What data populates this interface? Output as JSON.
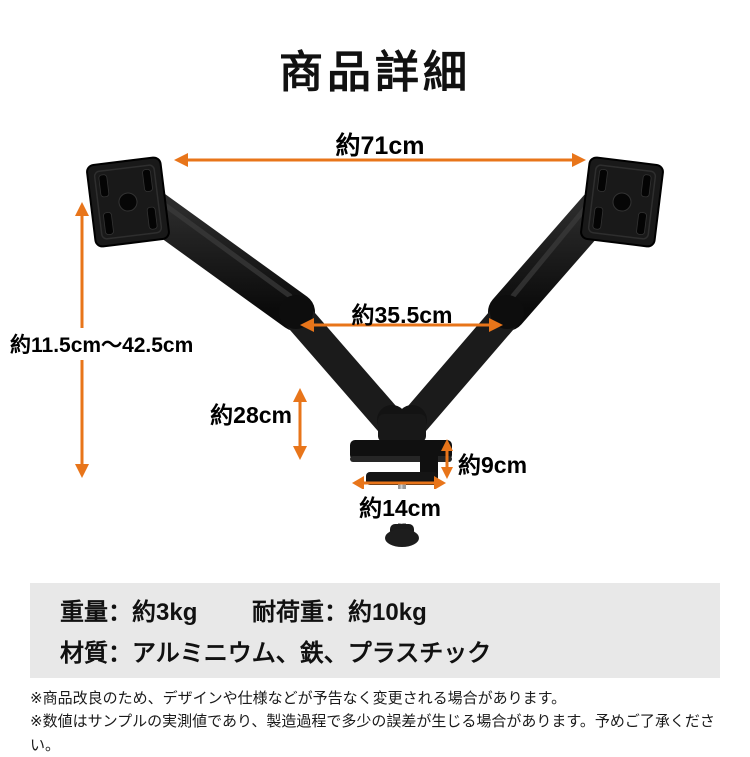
{
  "title": "商品詳細",
  "dimensions": {
    "total_width": "約71cm",
    "arm_span": "約35.5cm",
    "height_range": "約11.5cm〜42.5cm",
    "pole_height": "約28cm",
    "clamp_height": "約9cm",
    "base_width": "約14cm"
  },
  "specs": {
    "weight": "重量：約3kg",
    "load_capacity": "耐荷重：約10kg",
    "material": "材質：アルミニウム、鉄、プラスチック"
  },
  "notes": [
    "※商品改良のため、デザインや仕様などが予告なく変更される場合があります。",
    "※数値はサンプルの実測値であり、製造過程で多少の誤差が生じる場合があります。予めご了承ください。"
  ],
  "colors": {
    "accent_orange": "#e8751a",
    "spec_background": "#e8e8e8"
  }
}
